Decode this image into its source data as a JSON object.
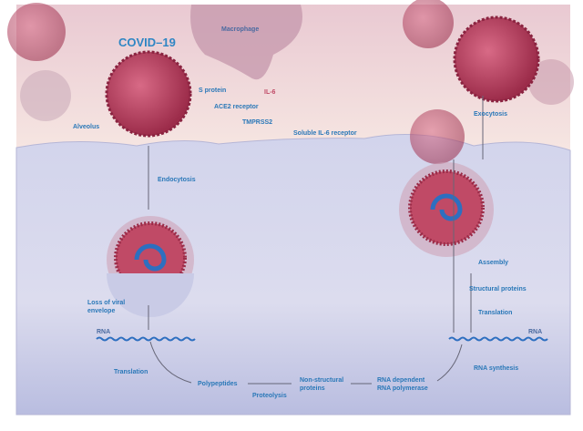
{
  "title": "COVID–19",
  "labels": {
    "macrophage": "Macrophage",
    "s_protein": "S protein",
    "il6": "IL-6",
    "ace2": "ACE2 receptor",
    "tmprss2": "TMPRSS2",
    "soluble_il6": "Soluble IL-6 receptor",
    "alveolus": "Alveolus",
    "endocytosis": "Endocytosis",
    "exocytosis": "Exocytosis",
    "loss_envelope_1": "Loss of viral",
    "loss_envelope_2": "envelope",
    "rna_left": "RNA",
    "translation_left": "Translation",
    "polypeptides": "Polypeptides",
    "proteolysis": "Proteolysis",
    "nsp_1": "Non-structural",
    "nsp_2": "proteins",
    "rdrp_1": "RNA dependent",
    "rdrp_2": "RNA polymerase",
    "rna_synthesis": "RNA synthesis",
    "rna_right": "RNA",
    "translation_right": "Translation",
    "structural": "Structural proteins",
    "assembly": "Assembly"
  },
  "colors": {
    "virus": "#b8405e",
    "label": "#2a78b8",
    "cell": "#c9cbe6",
    "extracellular": "#f2dede",
    "rna": "#2d6fc0"
  }
}
